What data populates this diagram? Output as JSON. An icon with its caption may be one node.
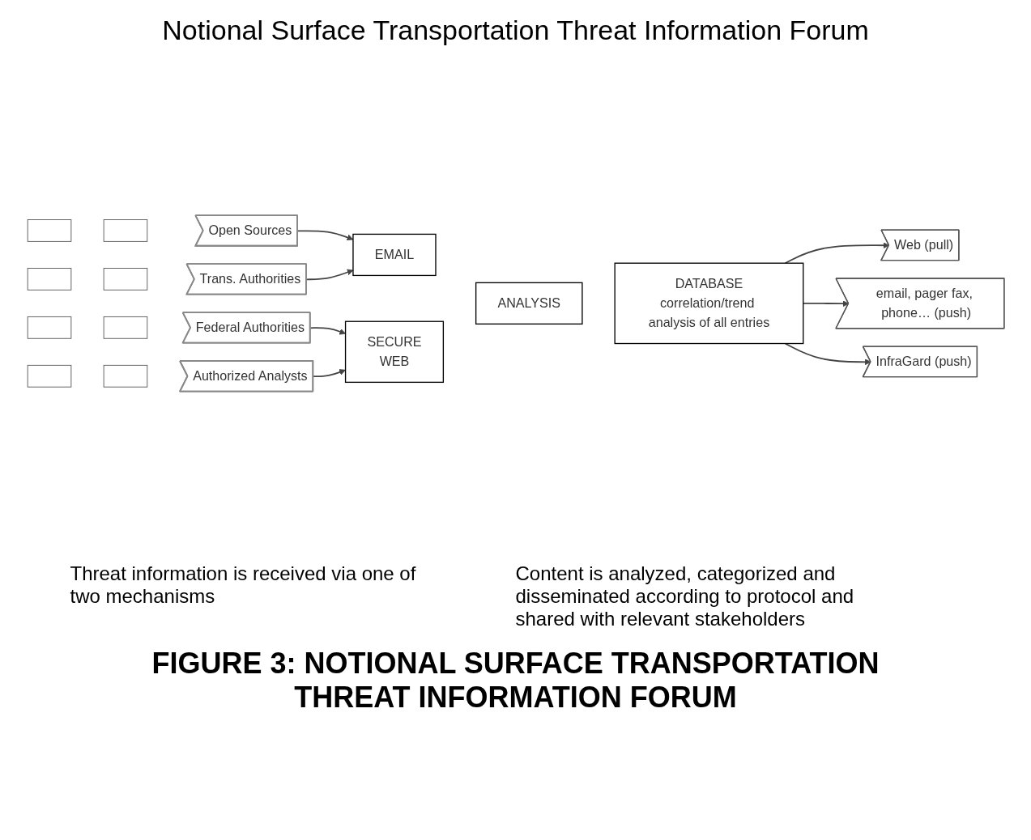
{
  "diagram": {
    "title": "Notional Surface Transportation Threat Information Forum",
    "caption": "FIGURE 3: NOTIONAL SURFACE TRANSPORTATION THREAT INFORMATION FORUM",
    "nodes": [
      {
        "text": [],
        "shape": "box"
      },
      {
        "text": [],
        "shape": "box"
      },
      {
        "text": [
          "Open Sources"
        ]
      },
      {
        "text": [],
        "shape": "box"
      },
      {
        "text": [],
        "shape": "box"
      },
      {
        "text": [
          "Trans. Authorities"
        ]
      },
      {
        "text": [],
        "shape": "box"
      },
      {
        "text": [],
        "shape": "box"
      },
      {
        "text": [
          "Federal Authorities"
        ]
      },
      {
        "text": [],
        "shape": "box"
      },
      {
        "text": [],
        "shape": "box"
      },
      {
        "text": [
          "Authorized Analysts"
        ]
      },
      {
        "text": [
          "EMAIL"
        ]
      },
      {
        "text": [
          "SECURE",
          "WEB"
        ]
      },
      {
        "text": [
          "ANALYSIS"
        ]
      },
      {
        "text": [
          "DATABASE",
          "correlation/trend analysis of all entries"
        ]
      },
      {
        "text": [
          "Web (pull)"
        ]
      },
      {
        "text": [
          "email, pager fax, phone… (push)"
        ]
      },
      {
        "text": [
          "InfraGard (push)"
        ]
      }
    ],
    "edges": [
      {
        "from": 2,
        "to": 12,
        "arrow": "to"
      },
      {
        "from": 5,
        "to": 12,
        "arrow": "to"
      },
      {
        "from": 8,
        "to": 13,
        "arrow": "to"
      },
      {
        "from": 11,
        "to": 13,
        "arrow": "to"
      },
      {
        "from": 15,
        "to": 16,
        "arrow": "to"
      },
      {
        "from": 15,
        "to": 17,
        "arrow": "to"
      },
      {
        "from": 15,
        "to": 18,
        "arrow": "to"
      }
    ],
    "labels": [
      "Threat information is received via one of two mechanisms",
      "Content is analyzed, categorized and disseminated according to protocol and shared with relevant stakeholders"
    ]
  }
}
